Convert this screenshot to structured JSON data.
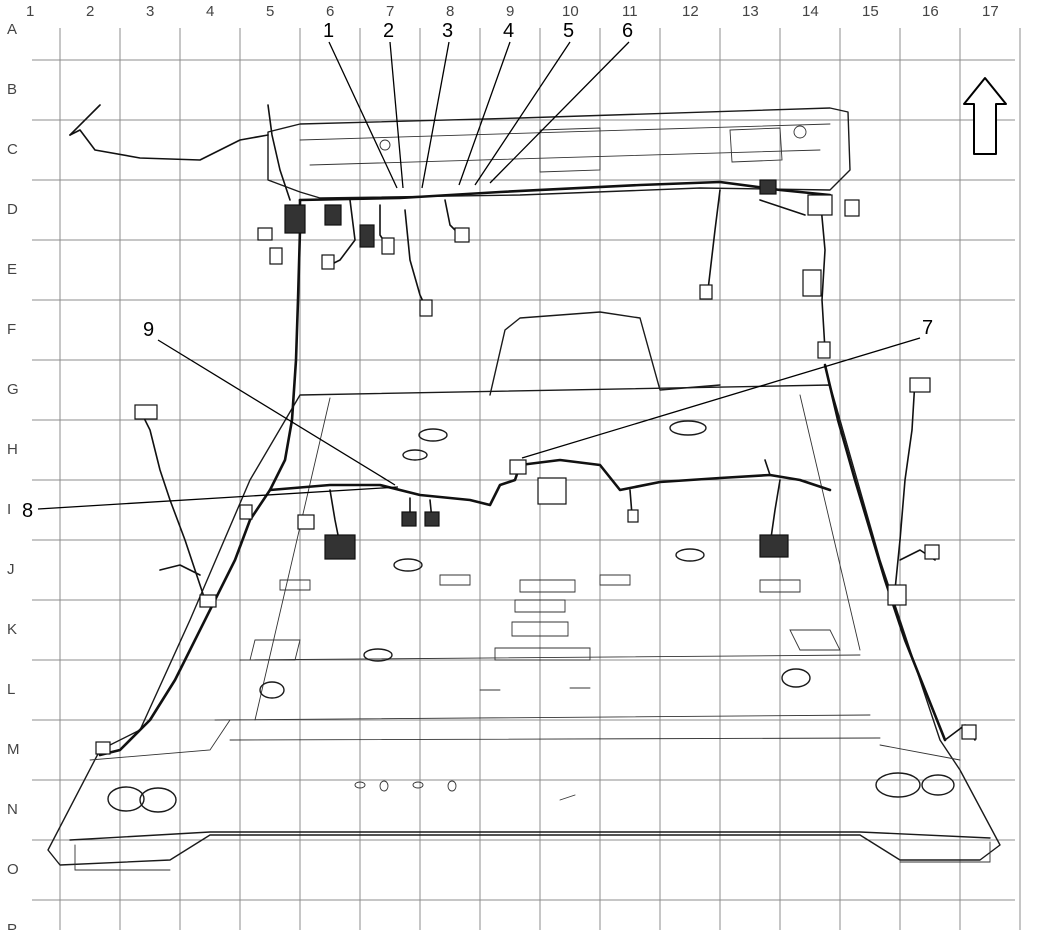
{
  "grid": {
    "columns": [
      "1",
      "2",
      "3",
      "4",
      "5",
      "6",
      "7",
      "8",
      "9",
      "10",
      "11",
      "12",
      "13",
      "14",
      "15",
      "16",
      "17"
    ],
    "rows": [
      "A",
      "B",
      "C",
      "D",
      "E",
      "F",
      "G",
      "H",
      "I",
      "J",
      "K",
      "L",
      "M",
      "N",
      "O",
      "P"
    ]
  },
  "callouts": [
    "1",
    "2",
    "3",
    "4",
    "5",
    "6",
    "7",
    "8",
    "9"
  ],
  "orientation_icon": "up-arrow-icon"
}
